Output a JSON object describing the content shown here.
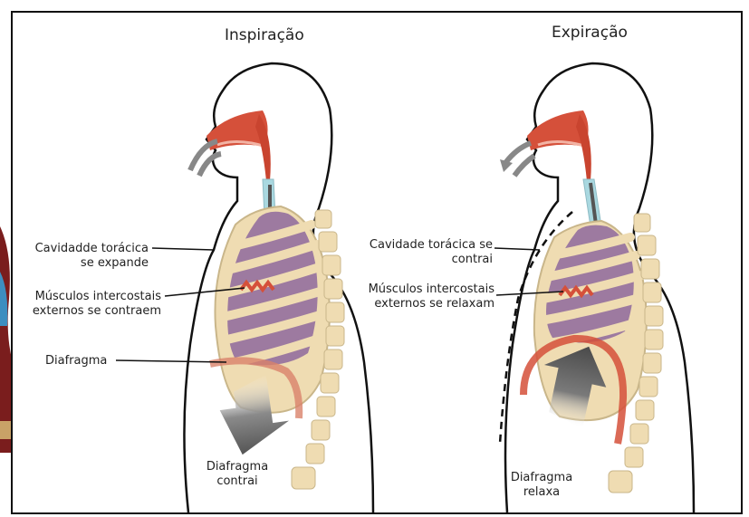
{
  "panels": [
    {
      "title": "Inspiração",
      "labels": {
        "cavity_line1": "Cavidadde torácica",
        "cavity_line2": "se expande",
        "muscles_line1": "Músculos intercostais",
        "muscles_line2": "externos se contraem",
        "diaphragm": "Diafragma",
        "diaphragm_action_line1": "Diafragma",
        "diaphragm_action_line2": "contrai"
      }
    },
    {
      "title": "Expiração",
      "labels": {
        "cavity_line1": "Cavidade torácica se",
        "cavity_line2": "contrai",
        "muscles_line1": "Músculos intercostais",
        "muscles_line2": "externos se relaxam",
        "diaphragm_action_line1": "Diafragma",
        "diaphragm_action_line2": "relaxa"
      }
    }
  ],
  "colors": {
    "ribs": "#efdcb2",
    "rib_outline": "#c9b68a",
    "lungs": "#9d7aa0",
    "airway": "#d5503a",
    "trachea": "#a9d8e0",
    "arrow": "#6b6b6b",
    "diaphragm_contract": "#d9826a",
    "diaphragm_relax": "#d5503a"
  }
}
